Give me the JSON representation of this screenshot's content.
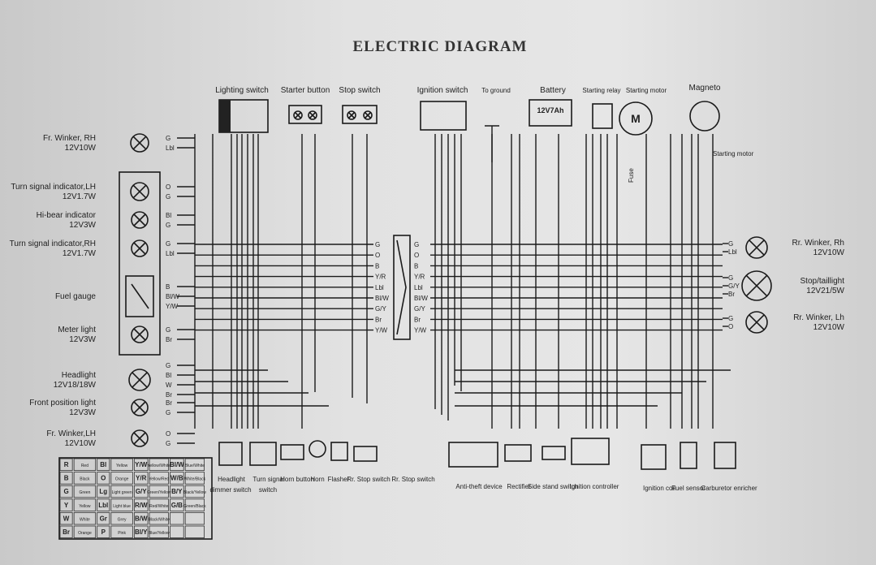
{
  "title": "ELECTRIC DIAGRAM",
  "top_components": [
    "Lighting switch",
    "Starter button",
    "Stop switch",
    "Ignition switch",
    "To ground",
    "Battery",
    "Starting relay",
    "Starting motor",
    "Magneto"
  ],
  "battery_rating": "12V7Ah",
  "motor_symbol": "M",
  "fuse_label": "Fuse",
  "magneto_sub_label": "Starting motor",
  "left_components": [
    {
      "name": "Fr. Winker, RH",
      "rating": "12V10W",
      "wires": [
        "G",
        "Lbl"
      ]
    },
    {
      "name": "Turn signal indicator,LH",
      "rating": "12V1.7W",
      "wires": [
        "O",
        "G"
      ]
    },
    {
      "name": "Hi-bear indicator",
      "rating": "12V3W",
      "wires": [
        "Bl",
        "G"
      ]
    },
    {
      "name": "Turn signal indicator,RH",
      "rating": "12V1.7W",
      "wires": [
        "G",
        "Lbl"
      ]
    },
    {
      "name": "Fuel gauge",
      "rating": "",
      "wires": [
        "B",
        "Bl/W",
        "Y/W"
      ]
    },
    {
      "name": "Meter light",
      "rating": "12V3W",
      "wires": [
        "G",
        "Br"
      ]
    },
    {
      "name": "Headlight",
      "rating": "12V18/18W",
      "wires": [
        "G",
        "Bl",
        "W",
        "Br"
      ]
    },
    {
      "name": "Front position light",
      "rating": "12V3W",
      "wires": [
        "Br",
        "G"
      ]
    },
    {
      "name": "Fr. Winker,LH",
      "rating": "12V10W",
      "wires": [
        "O",
        "G"
      ]
    }
  ],
  "connector_wires": [
    "G",
    "O",
    "B",
    "Y/R",
    "Lbl",
    "Bl/W",
    "G/Y",
    "Br",
    "Y/W"
  ],
  "right_components": [
    {
      "name": "Rr. Winker, Rh",
      "rating": "12V10W",
      "wires": [
        "G",
        "Lbl"
      ]
    },
    {
      "name": "Stop/taillight",
      "rating": "12V21/5W",
      "wires": [
        "G",
        "G/Y",
        "Br"
      ]
    },
    {
      "name": "Rr. Winker, Lh",
      "rating": "12V10W",
      "wires": [
        "G",
        "O"
      ]
    }
  ],
  "bottom_components": [
    "Headlight",
    "dimmer switch",
    "Turn signal",
    "switch",
    "Horn button",
    "Horn",
    "Flasher",
    "Rr. Stop switch",
    "Rr. Stop switch",
    "Anti-theft device",
    "Rectifier",
    "Side stand switch",
    "Ignition controller",
    "Ignition coil",
    "Fuel sensor",
    "Carburetor enricher"
  ],
  "color_code": [
    [
      "R",
      "Red",
      "Bl",
      "Yellow",
      "Y/W",
      "Yellow/White",
      "Bl/W",
      "Blue/White"
    ],
    [
      "B",
      "Black",
      "O",
      "Orange",
      "Y/R",
      "Yellow/Red",
      "W/B",
      "White/Black"
    ],
    [
      "G",
      "Green",
      "Lg",
      "Light green",
      "G/Y",
      "Green/Yellow",
      "B/Y",
      "Black/Yellow"
    ],
    [
      "Y",
      "Yellow",
      "Lbl",
      "Light blue",
      "R/W",
      "Red/White",
      "G/B",
      "Green/Black"
    ],
    [
      "W",
      "White",
      "Gr",
      "Grey",
      "B/W",
      "Black/White",
      "",
      ""
    ],
    [
      "Br",
      "Orange",
      "P",
      "Pink",
      "Bl/Y",
      "Blue/Yellow",
      "",
      ""
    ]
  ]
}
